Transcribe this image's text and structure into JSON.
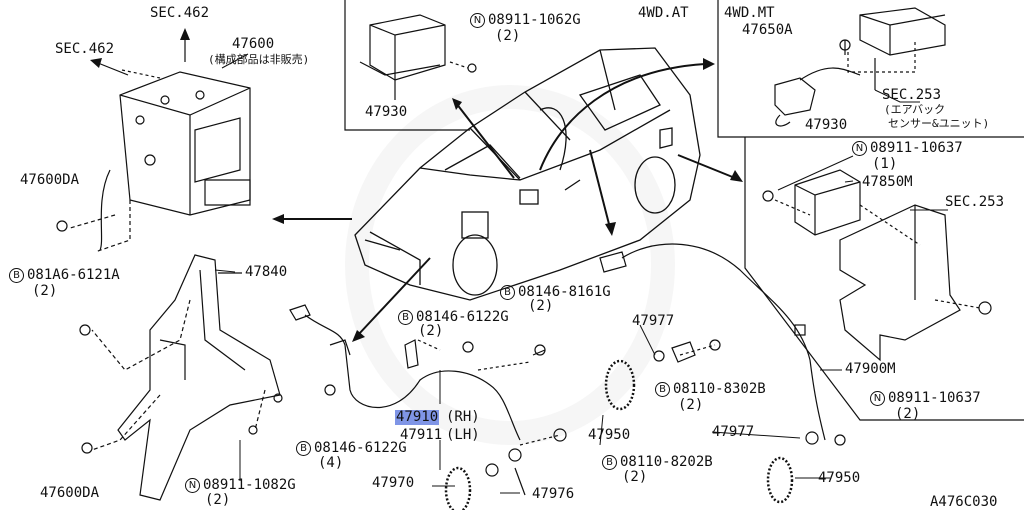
{
  "diagram": {
    "sec462_top": "SEC.462",
    "sec462_left": "SEC.462",
    "p47600": "47600",
    "p47600_note": "(構成部品は非販売)",
    "p47600da_top": "47600DA",
    "p47600da_bottom": "47600DA",
    "b081a6": "081A6-6121A",
    "b081a6_qty": "(2)",
    "p47840": "47840",
    "p47930_left": "47930",
    "n08911_1062g": "08911-1062G",
    "n08911_1062g_qty": "(2)",
    "label_4wd_at": "4WD.AT",
    "label_4wd_mt": "4WD.MT",
    "p47650a": "47650A",
    "p47930_right": "47930",
    "sec253_top": "SEC.253",
    "sec253_top_note1": "(エアバック",
    "sec253_top_note2": "センサー&ユニット)",
    "n08911_10637_top": "08911-10637",
    "n08911_10637_top_qty": "(1)",
    "p47850m": "47850M",
    "sec253_mid": "SEC.253",
    "b08146_8161g": "08146-8161G",
    "b08146_8161g_qty": "(2)",
    "b08146_6122g_top": "08146-6122G",
    "b08146_6122g_top_qty": "(2)",
    "p47977_mid": "47977",
    "p47900m": "47900M",
    "b08110_8302b": "08110-8302B",
    "b08110_8302b_qty": "(2)",
    "n08911_10637_bot": "08911-10637",
    "n08911_10637_bot_qty": "(2)",
    "p47910": "47910",
    "p47910_side": "(RH)",
    "p47911": "47911",
    "p47911_side": "(LH)",
    "p47950_mid": "47950",
    "p47977_bot": "47977",
    "b08146_6122g_bot": "08146-6122G",
    "b08146_6122g_bot_qty": "(4)",
    "n08911_1082g": "08911-1082G",
    "n08911_1082g_qty": "(2)",
    "p47970": "47970",
    "p47976": "47976",
    "b08110_8202b": "08110-8202B",
    "b08110_8202b_qty": "(2)",
    "p47950_bot": "47950",
    "diagram_code": "A476C030",
    "sym_b": "B",
    "sym_n": "N"
  }
}
